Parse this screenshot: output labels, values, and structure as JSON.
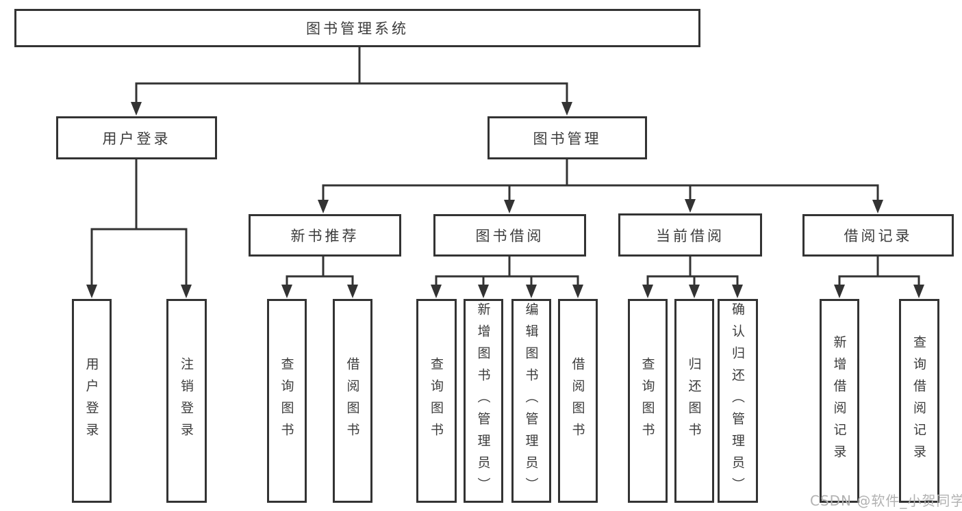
{
  "tree": {
    "label": "图书管理系统",
    "children": [
      {
        "label": "用户登录",
        "children": [
          {
            "label": "用户登录"
          },
          {
            "label": "注销登录"
          }
        ]
      },
      {
        "label": "图书管理",
        "children": [
          {
            "label": "新书推荐",
            "children": [
              {
                "label": "查询图书"
              },
              {
                "label": "借阅图书"
              }
            ]
          },
          {
            "label": "图书借阅",
            "children": [
              {
                "label": "查询图书"
              },
              {
                "label": "新增图书（管理员）"
              },
              {
                "label": "编辑图书（管理员）"
              },
              {
                "label": "借阅图书"
              }
            ]
          },
          {
            "label": "当前借阅",
            "children": [
              {
                "label": "查询图书"
              },
              {
                "label": "归还图书"
              },
              {
                "label": "确认归还（管理员）"
              }
            ]
          },
          {
            "label": "借阅记录",
            "children": [
              {
                "label": "新增借阅记录"
              },
              {
                "label": "查询借阅记录"
              }
            ]
          }
        ]
      }
    ]
  },
  "watermark": {
    "text": "CSDN @软件_小贺同学"
  },
  "colors": {
    "line": "#333333",
    "box_border": "#333333",
    "text": "#3c3c3c",
    "watermark": "#b2b2b2",
    "background": "#ffffff"
  }
}
